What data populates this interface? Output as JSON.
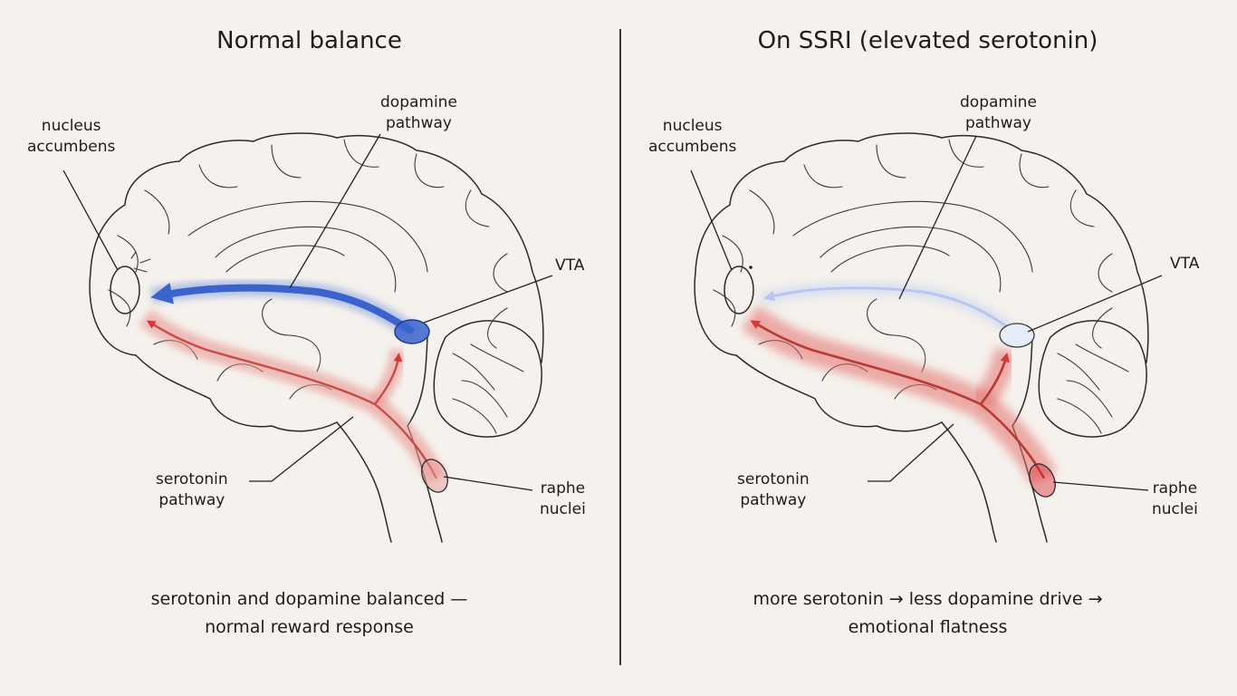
{
  "left_panel": {
    "title": "Normal balance",
    "labels": {
      "nucleus_accumbens": [
        "nucleus",
        "accumbens"
      ],
      "dopamine_pathway": [
        "dopamine",
        "pathway"
      ],
      "vta": "VTA",
      "serotonin_pathway": [
        "serotonin",
        "pathway"
      ],
      "raphe_nuclei": [
        "raphe",
        "nuclei"
      ]
    },
    "caption": [
      "serotonin and dopamine balanced —",
      "normal reward response"
    ],
    "dopamine_level": "strong",
    "serotonin_level": "normal"
  },
  "right_panel": {
    "title": "On SSRI (elevated serotonin)",
    "labels": {
      "nucleus_accumbens": [
        "nucleus",
        "accumbens"
      ],
      "dopamine_pathway": [
        "dopamine",
        "pathway"
      ],
      "vta": "VTA",
      "serotonin_pathway": [
        "serotonin",
        "pathway"
      ],
      "raphe_nuclei": [
        "raphe",
        "nuclei"
      ]
    },
    "caption": [
      "more serotonin → less dopamine drive →",
      "emotional flatness"
    ],
    "dopamine_level": "faint",
    "serotonin_level": "elevated"
  },
  "colors": {
    "dopamine": "#3a63cc",
    "serotonin": "#d9363a",
    "background": "#f5f1ec"
  }
}
